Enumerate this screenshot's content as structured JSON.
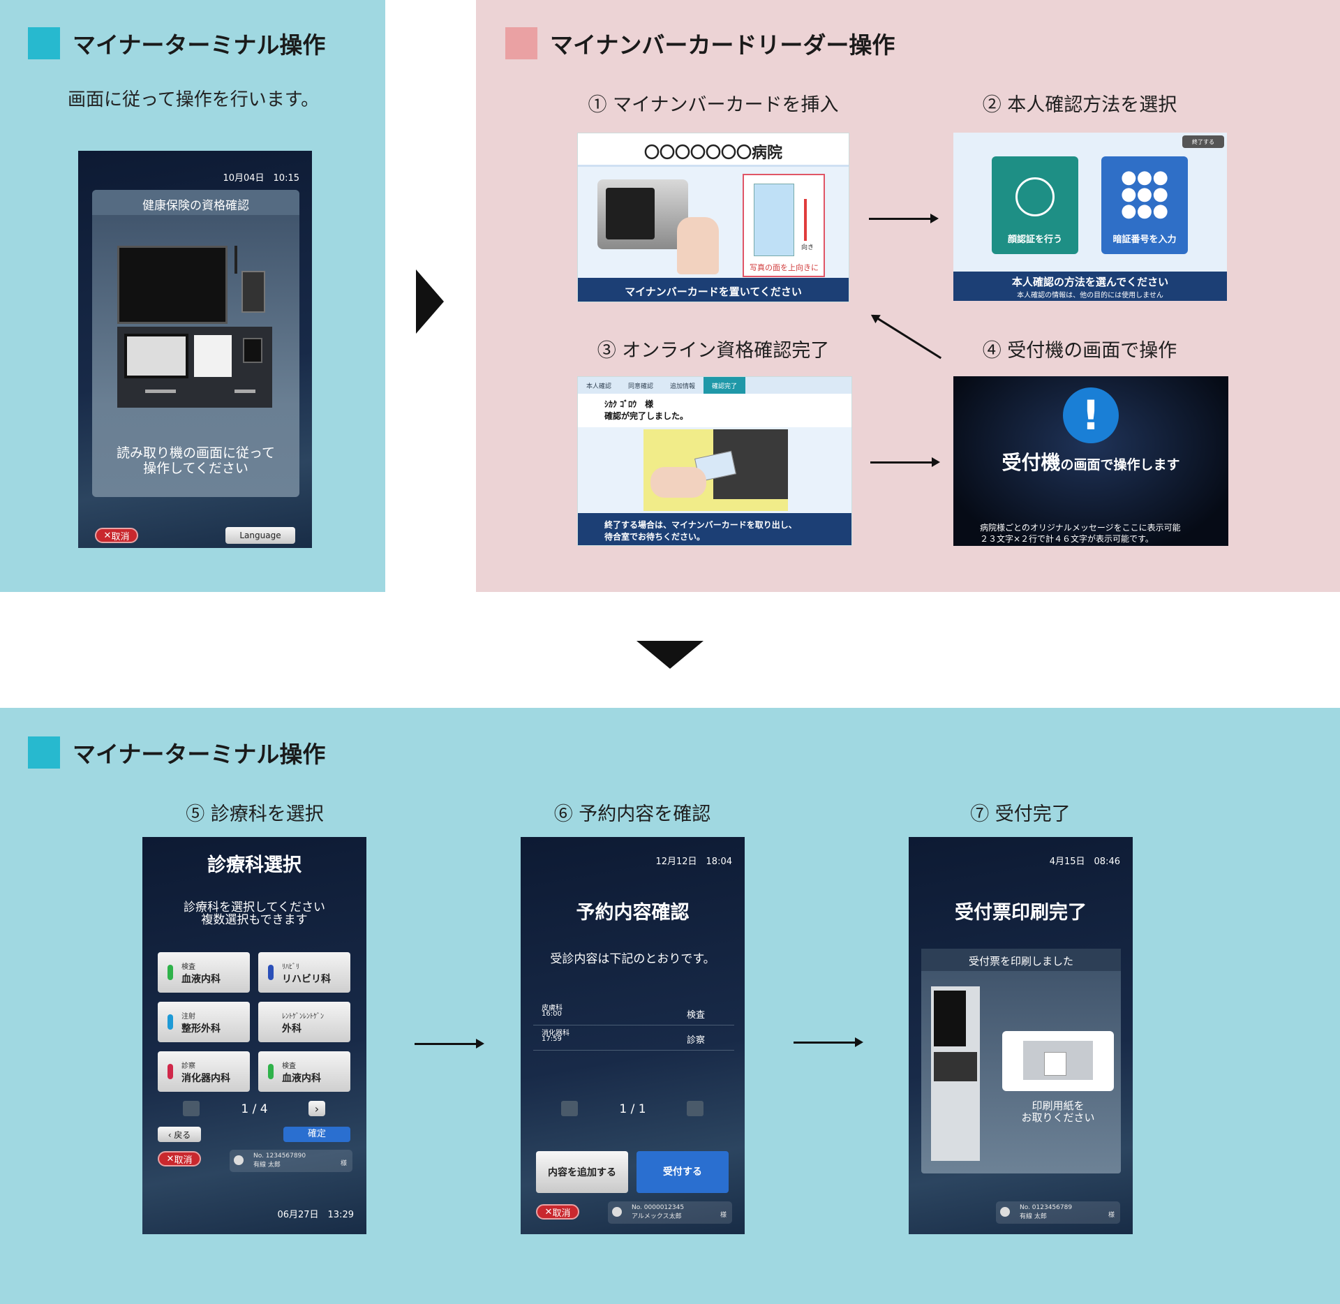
{
  "colors": {
    "blue_panel": "#a0d8e1",
    "pink_panel": "#ecd3d5",
    "teal_square": "#27b9cf",
    "pink_square": "#eaa1a3",
    "navy": "#1c3f75"
  },
  "section1": {
    "title": "マイナーターミナル操作",
    "subtitle": "画面に従って操作を行います。",
    "screen": {
      "datetime": "10月04日　10:15",
      "header": "健康保険の資格確認",
      "message1": "読み取り機の画面に従って",
      "message2": "操作してください",
      "cancel": "取消",
      "language": "Language"
    }
  },
  "section2": {
    "title": "マイナンバーカードリーダー操作",
    "step1": {
      "label": "① マイナンバーカードを挿入",
      "hospital": "〇〇〇〇〇〇〇病院",
      "footer": "マイナンバーカードを置いてください",
      "card_note": "写真の面を上向きに",
      "direction": "向き"
    },
    "step2": {
      "label": "② 本人確認方法を選択",
      "end_btn": "終了する",
      "face": "顔認証を行う",
      "pin": "暗証番号を入力",
      "footer1": "本人確認の方法を選んでください",
      "footer2": "本人確認の情報は、他の目的には使用しません"
    },
    "step3": {
      "label": "③ オンライン資格確認完了",
      "tabs": [
        "本人確認",
        "同意確認",
        "追加情報",
        "確認完了"
      ],
      "name": "ｼｶｸ ｺﾞﾛｳ　様",
      "done": "確認が完了しました。",
      "footer1": "終了する場合は、マイナンバーカードを取り出し、",
      "footer2": "待合室でお待ちください。"
    },
    "step4": {
      "label": "④ 受付機の画面で操作",
      "icon": "!",
      "msg_big": "受付機",
      "msg_small": "の画面で操作します",
      "footer1": "病院様ごとのオリジナルメッセージをここに表示可能",
      "footer2": "２３文字×２行で計４６文字が表示可能です。"
    }
  },
  "section3": {
    "title": "マイナーターミナル操作",
    "step5": {
      "label": "⑤ 診療科を選択",
      "title": "診療科選択",
      "sub1": "診療科を選択してください",
      "sub2": "複数選択もできます",
      "depts": [
        {
          "s": "検査",
          "m": "血液内科",
          "color": "#2fb24a"
        },
        {
          "s": "ﾘﾊﾋﾞﾘ",
          "m": "リハビリ科",
          "color": "#2a4fb8"
        },
        {
          "s": "注射",
          "m": "整形外科",
          "color": "#1e9ad6"
        },
        {
          "s": "ﾚﾝﾄｹﾞﾝﾚﾝﾄｹﾞﾝ",
          "m": "外科",
          "color": ""
        },
        {
          "s": "診察",
          "m": "消化器内科",
          "color": "#d0284a"
        },
        {
          "s": "検査",
          "m": "血液内科",
          "color": "#2fb24a"
        }
      ],
      "page": "1 / 4",
      "next": "›",
      "back": "‹ 戻る",
      "confirm": "確定",
      "cancel": "取消",
      "patient_no": "No. 1234567890",
      "patient_name": "有線 太郎",
      "sama": "様",
      "datetime": "06月27日　13:29"
    },
    "step6": {
      "label": "⑥ 予約内容を確認",
      "datetime": "12月12日　18:04",
      "title": "予約内容確認",
      "sub": "受診内容は下記のとおりです。",
      "rows": [
        {
          "dept": "皮膚科",
          "time": "16:00",
          "type": "検査"
        },
        {
          "dept": "消化器科",
          "time": "17:59",
          "type": "診察"
        }
      ],
      "page": "1 / 1",
      "add": "内容を追加する",
      "accept": "受付する",
      "cancel": "取消",
      "patient_no": "No. 0000012345",
      "patient_name": "アルメックス太郎",
      "sama": "様"
    },
    "step7": {
      "label": "⑦ 受付完了",
      "datetime": "4月15日　08:46",
      "title": "受付票印刷完了",
      "sub": "受付票を印刷しました",
      "take1": "印刷用紙を",
      "take2": "お取りください",
      "patient_no": "No. 0123456789",
      "patient_name": "有線 太郎",
      "sama": "様"
    }
  }
}
